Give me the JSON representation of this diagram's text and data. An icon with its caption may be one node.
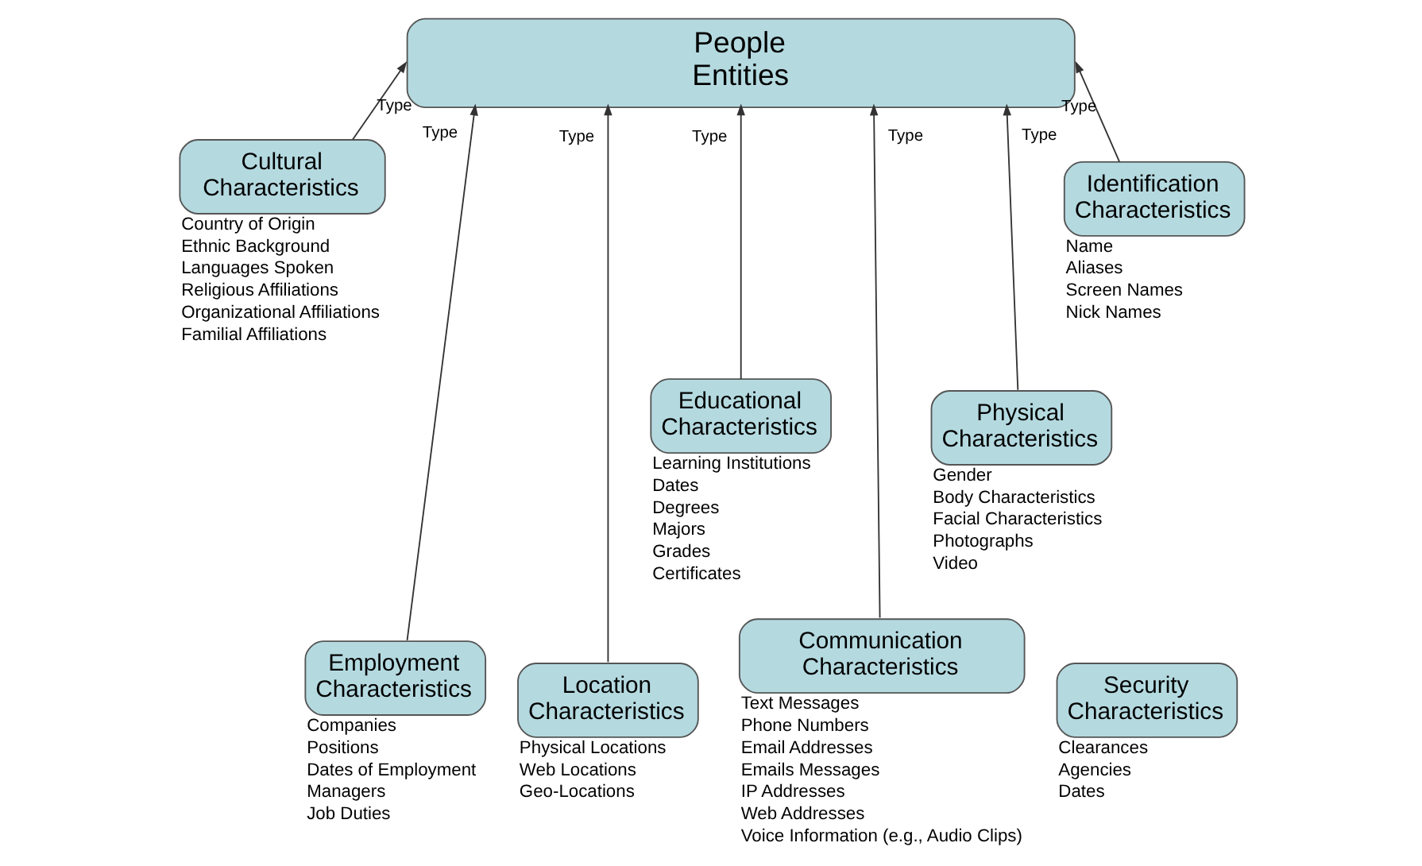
{
  "diagram": {
    "nodes": [
      {
        "text": [
          "People Entities"
        ]
      },
      {
        "text": [
          "Cultural Characteristics"
        ],
        "beside": [
          "Country of Origin",
          "Ethnic Background",
          "Languages Spoken",
          "Religious Affiliations",
          "Organizational Affiliations",
          "Familial Affiliations"
        ]
      },
      {
        "text": [
          "Identification Characteristics"
        ],
        "beside": [
          "Name",
          "Aliases",
          "Screen Names",
          "Nick Names"
        ]
      },
      {
        "text": [
          "Educational Characteristics"
        ],
        "beside": [
          "Learning Institutions",
          "Dates",
          "Degrees",
          "Majors",
          "Grades",
          "Certificates"
        ]
      },
      {
        "text": [
          "Physical Characteristics"
        ],
        "beside": [
          "Gender",
          "Body Characteristics",
          "Facial Characteristics",
          "Photographs",
          "Video"
        ]
      },
      {
        "text": [
          "Employment Characteristics"
        ],
        "beside": [
          "Companies",
          "Positions",
          "Dates of Employment",
          "Managers",
          "Job Duties"
        ]
      },
      {
        "text": [
          "Location Characteristics"
        ],
        "beside": [
          "Physical Locations",
          "Web Locations",
          "Geo-Locations"
        ]
      },
      {
        "text": [
          "Security Characteristics"
        ],
        "beside": [
          "Clearances",
          "Agencies",
          "Dates"
        ]
      },
      {
        "text": [
          "Communication Characteristics"
        ],
        "beside": [
          "Text Messages",
          "Phone Numbers",
          "Email Addresses",
          "Emails Messages",
          "IP Addresses",
          "Web Addresses",
          "Voice Information (e.g., Audio Clips)"
        ]
      }
    ],
    "edges": [
      {
        "from": 1,
        "to": 0,
        "arrow": "to",
        "label": "Type"
      },
      {
        "from": 2,
        "to": 0,
        "arrow": "to",
        "label": "Type"
      },
      {
        "from": 5,
        "to": 0,
        "arrow": "to",
        "label": "Type"
      },
      {
        "from": 6,
        "to": 0,
        "arrow": "to",
        "label": "Type"
      },
      {
        "from": 3,
        "to": 0,
        "arrow": "to",
        "label": "Type"
      },
      {
        "from": 8,
        "to": 0,
        "arrow": "to",
        "label": "Type"
      },
      {
        "from": 4,
        "to": 0,
        "arrow": "to",
        "label": "Type"
      }
    ]
  }
}
